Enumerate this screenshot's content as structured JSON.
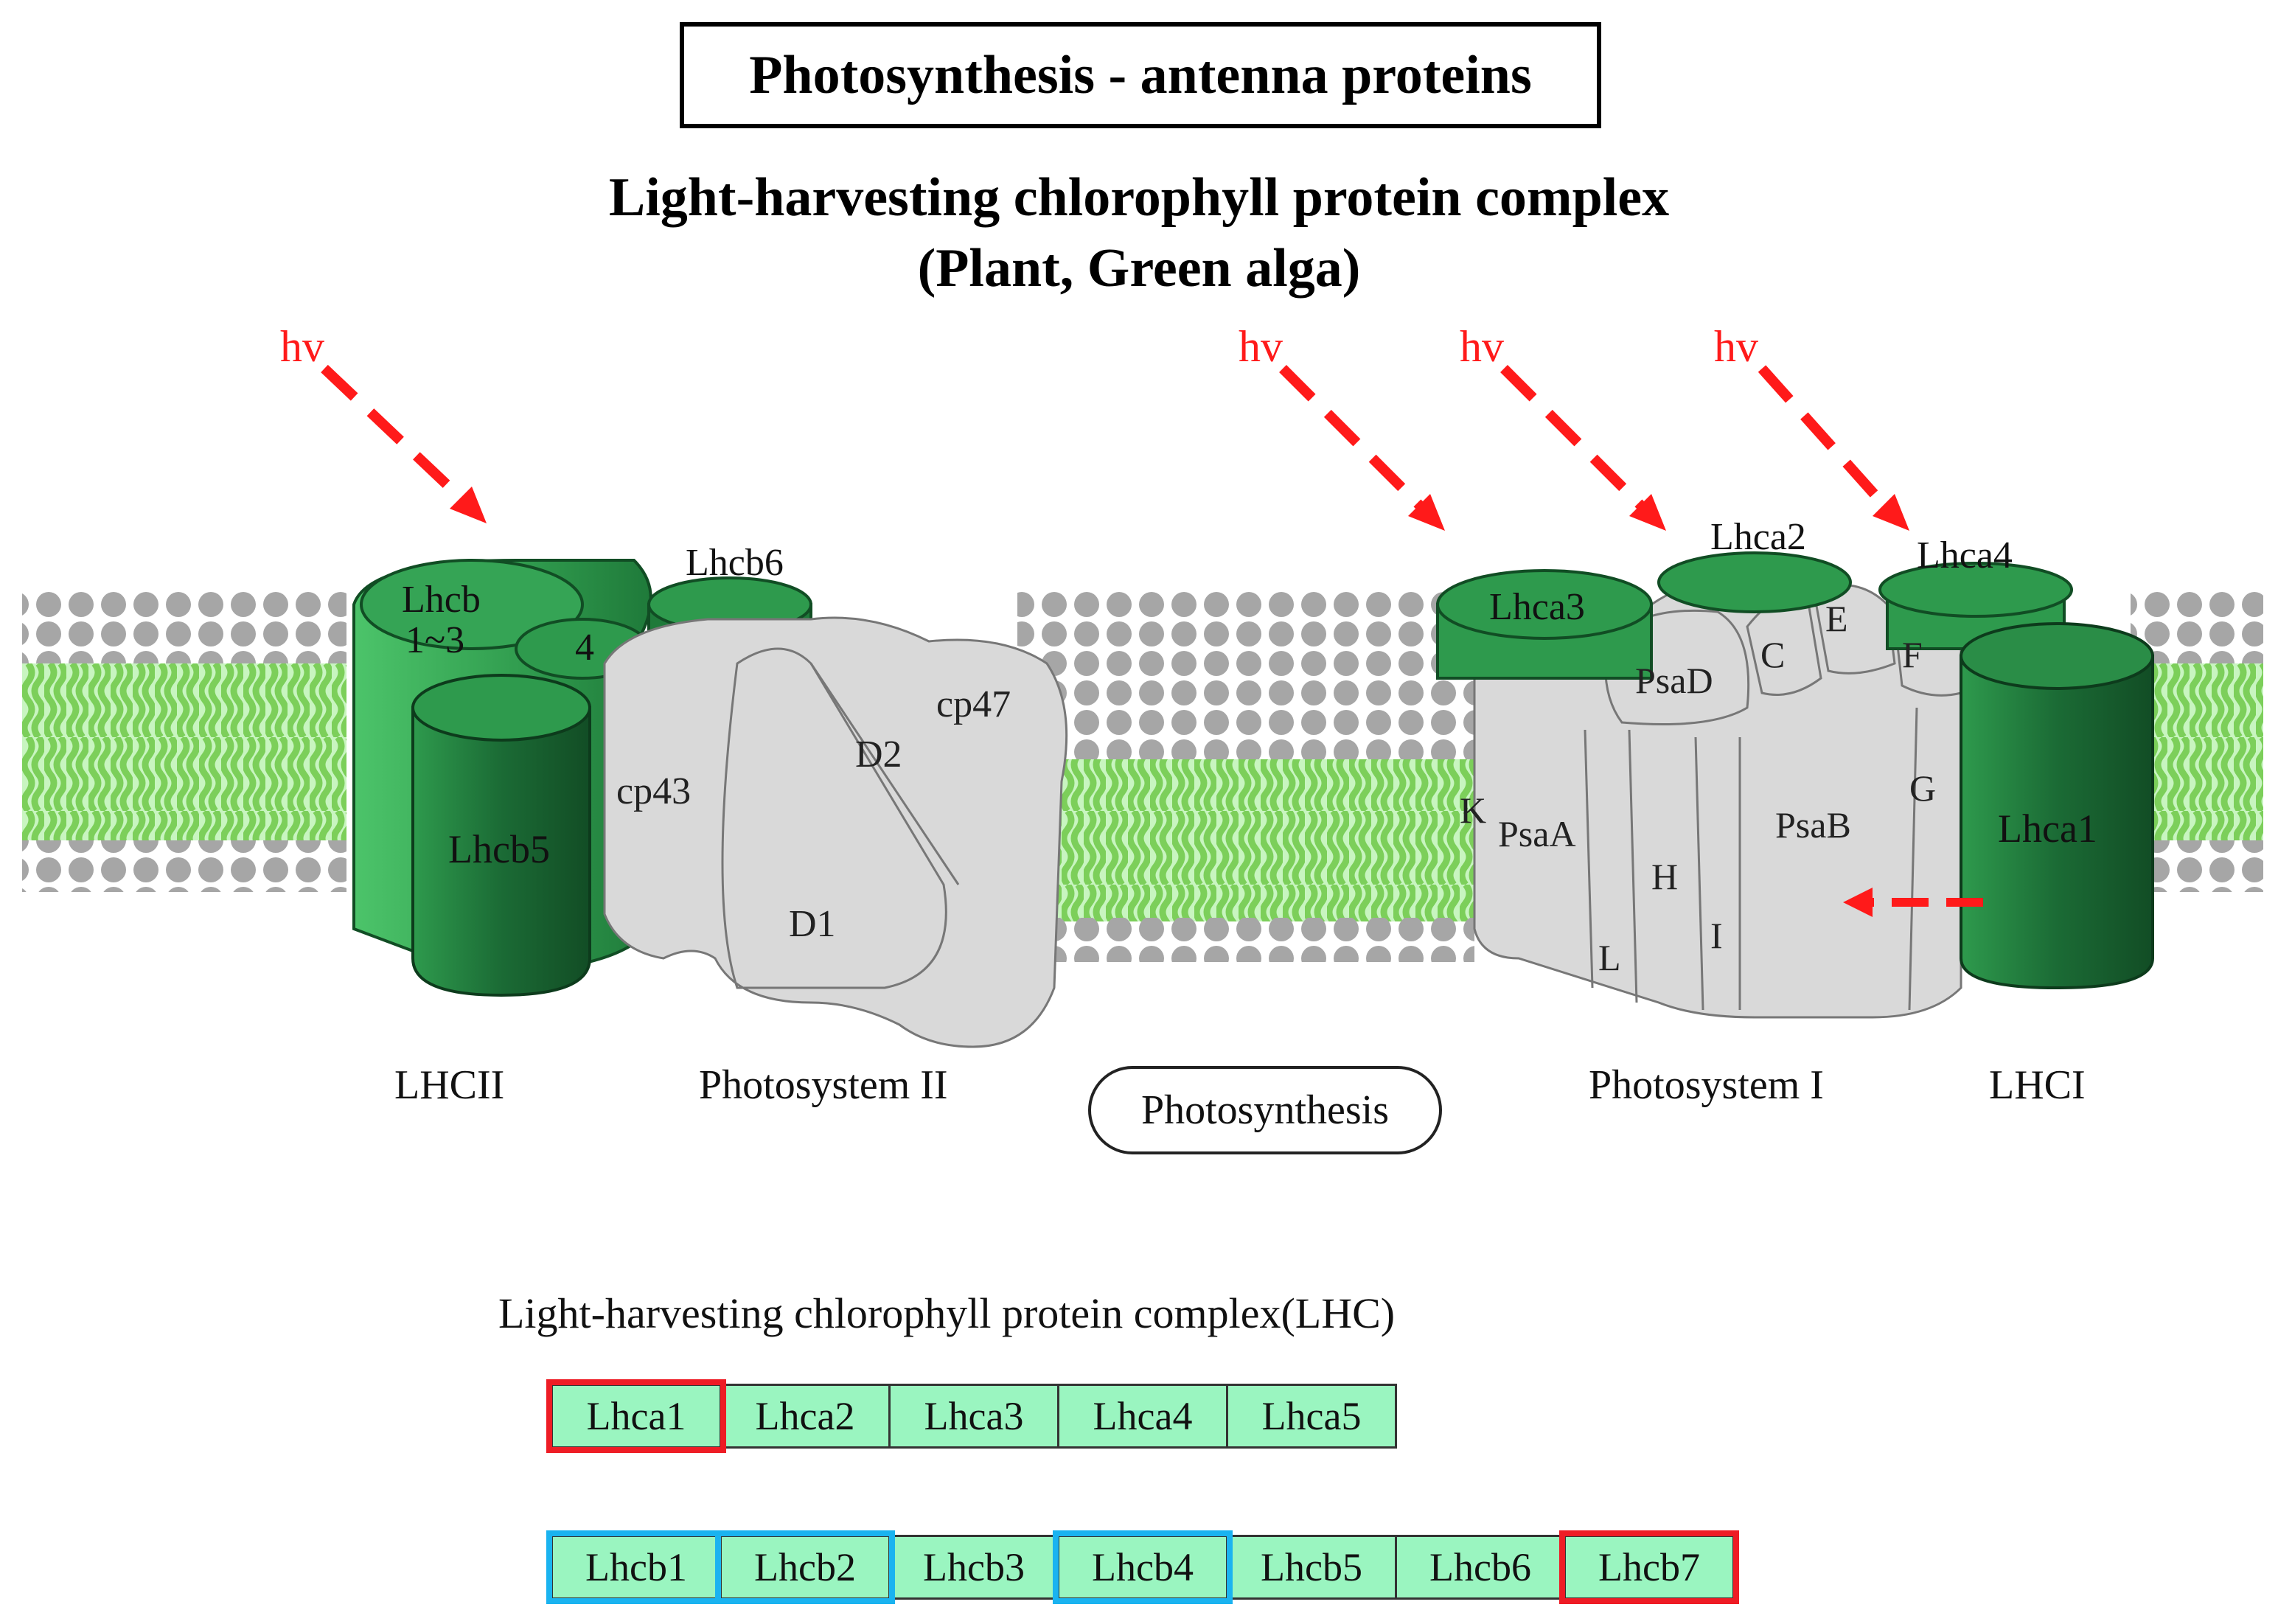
{
  "title": "Photosynthesis - antenna proteins",
  "subtitle_line1": "Light-harvesting chlorophyll protein complex",
  "subtitle_line2": "(Plant, Green alga)",
  "light_label": "hv",
  "proteins": {
    "lhcb13_a": "Lhcb",
    "lhcb13_b": "1~3",
    "lhcb4": "4",
    "lhcb6": "Lhcb6",
    "lhcb5": "Lhcb5",
    "cp43": "cp43",
    "cp47": "cp47",
    "d1": "D1",
    "d2": "D2",
    "lhca3": "Lhca3",
    "lhca2": "Lhca2",
    "lhca4": "Lhca4",
    "lhca1": "Lhca1",
    "psad": "PsaD",
    "psaa": "PsaA",
    "psab": "PsaB",
    "c": "C",
    "e": "E",
    "f": "F",
    "g": "G",
    "h": "H",
    "i": "I",
    "l": "L",
    "k": "K"
  },
  "complex_labels": {
    "lhcii": "LHCII",
    "ps2": "Photosystem II",
    "ps1": "Photosystem I",
    "lhci": "LHCI"
  },
  "map_link": "Photosynthesis",
  "lhc_section_title": "Light-harvesting chlorophyll protein complex(LHC)",
  "lhca_genes": [
    {
      "label": "Lhca1",
      "highlight": "red"
    },
    {
      "label": "Lhca2",
      "highlight": "none"
    },
    {
      "label": "Lhca3",
      "highlight": "none"
    },
    {
      "label": "Lhca4",
      "highlight": "none"
    },
    {
      "label": "Lhca5",
      "highlight": "none"
    }
  ],
  "lhcb_genes": [
    {
      "label": "Lhcb1",
      "highlight": "blue"
    },
    {
      "label": "Lhcb2",
      "highlight": "blue"
    },
    {
      "label": "Lhcb3",
      "highlight": "none"
    },
    {
      "label": "Lhcb4",
      "highlight": "blue"
    },
    {
      "label": "Lhcb5",
      "highlight": "none"
    },
    {
      "label": "Lhcb6",
      "highlight": "none"
    },
    {
      "label": "Lhcb7",
      "highlight": "red"
    }
  ],
  "colors": {
    "light_arrow": "#ff1a1a",
    "gene_fill": "#9af5c0",
    "highlight_red": "#ee1c25",
    "highlight_blue": "#1ab3f0",
    "protein_grey": "#d9d9d9",
    "lipid_head": "#a6a6a6",
    "lipid_tail": "#7ccf5a",
    "antenna_green_dark": "#1e7a3a",
    "antenna_green_light": "#3db55a"
  }
}
